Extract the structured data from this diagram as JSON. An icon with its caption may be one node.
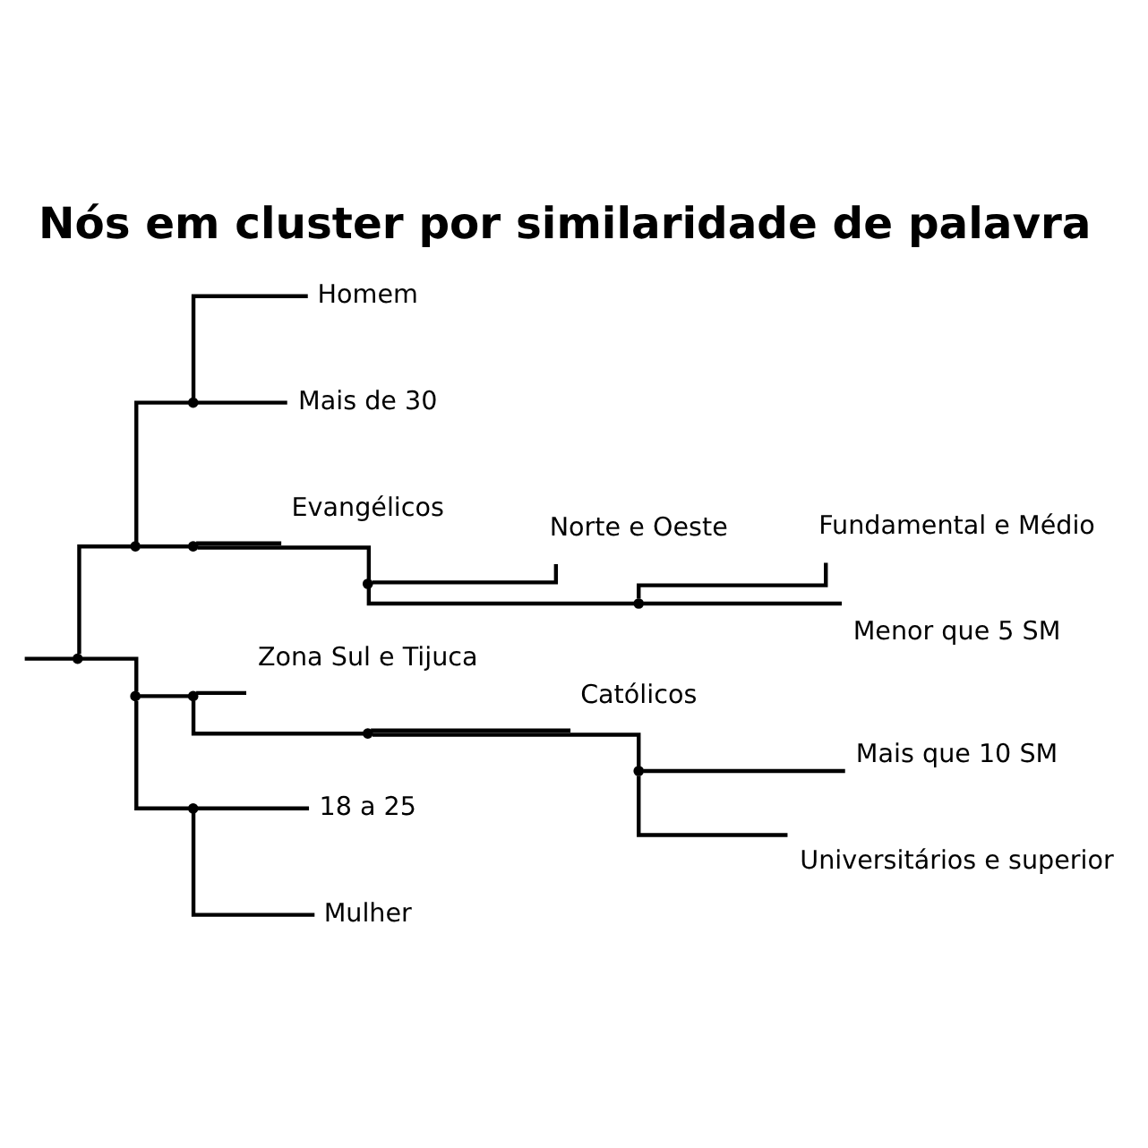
{
  "diagram": {
    "title": "Nós em cluster por similaridade de palavra",
    "nodes": [
      {
        "text": [],
        "shape": "point"
      },
      {
        "text": [],
        "shape": "point"
      },
      {
        "text": [],
        "shape": "point"
      },
      {
        "text": [
          "Homem"
        ]
      },
      {
        "text": [
          "Mais de 30"
        ]
      },
      {
        "text": [],
        "shape": "point"
      },
      {
        "text": [
          "Evangélicos"
        ]
      },
      {
        "text": [],
        "shape": "point"
      },
      {
        "text": [
          "Norte e Oeste"
        ]
      },
      {
        "text": [],
        "shape": "point"
      },
      {
        "text": [
          "Fundamental e Médio"
        ]
      },
      {
        "text": [
          "Menor que 5 SM"
        ]
      },
      {
        "text": [],
        "shape": "point"
      },
      {
        "text": [],
        "shape": "point"
      },
      {
        "text": [
          "Zona Sul e Tijuca"
        ]
      },
      {
        "text": [],
        "shape": "point"
      },
      {
        "text": [
          "Católicos"
        ]
      },
      {
        "text": [],
        "shape": "point"
      },
      {
        "text": [
          "Mais que 10 SM"
        ]
      },
      {
        "text": [
          "Universitários e superior"
        ]
      },
      {
        "text": [],
        "shape": "point"
      },
      {
        "text": [
          "18 a 25"
        ]
      },
      {
        "text": [
          "Mulher"
        ]
      }
    ],
    "edges": [
      {
        "from": null,
        "to": 0,
        "arrow": "none"
      },
      {
        "from": 0,
        "to": 1,
        "arrow": "none"
      },
      {
        "from": 1,
        "to": 2,
        "arrow": "none"
      },
      {
        "from": 2,
        "to": 3,
        "arrow": "none"
      },
      {
        "from": 2,
        "to": 4,
        "arrow": "none"
      },
      {
        "from": 1,
        "to": 5,
        "arrow": "none"
      },
      {
        "from": 5,
        "to": 6,
        "arrow": "none"
      },
      {
        "from": 5,
        "to": 7,
        "arrow": "none"
      },
      {
        "from": 7,
        "to": 8,
        "arrow": "none"
      },
      {
        "from": 7,
        "to": 9,
        "arrow": "none"
      },
      {
        "from": 9,
        "to": 10,
        "arrow": "none"
      },
      {
        "from": 9,
        "to": 11,
        "arrow": "none"
      },
      {
        "from": 0,
        "to": 12,
        "arrow": "none"
      },
      {
        "from": 12,
        "to": 13,
        "arrow": "none"
      },
      {
        "from": 13,
        "to": 14,
        "arrow": "none"
      },
      {
        "from": 13,
        "to": 15,
        "arrow": "none"
      },
      {
        "from": 15,
        "to": 16,
        "arrow": "none"
      },
      {
        "from": 15,
        "to": 17,
        "arrow": "none"
      },
      {
        "from": 17,
        "to": 18,
        "arrow": "none"
      },
      {
        "from": 17,
        "to": 19,
        "arrow": "none"
      },
      {
        "from": 12,
        "to": 20,
        "arrow": "none"
      },
      {
        "from": 20,
        "to": 21,
        "arrow": "none"
      },
      {
        "from": 20,
        "to": 22,
        "arrow": "none"
      }
    ]
  }
}
